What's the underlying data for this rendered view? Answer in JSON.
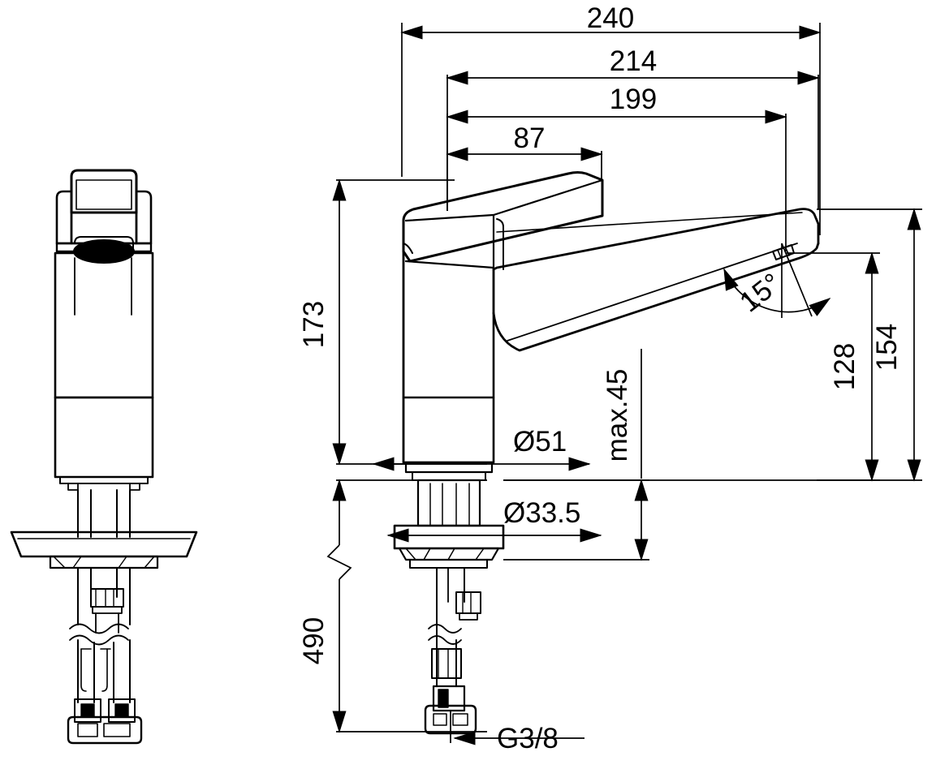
{
  "drawing": {
    "title": "Single-lever kitchen mixer tap dimensional drawing",
    "units": "mm",
    "line_color": "#000000",
    "background_color": "#ffffff",
    "views": [
      {
        "name": "front-view",
        "label": ""
      },
      {
        "name": "side-view",
        "label": ""
      }
    ]
  },
  "dimensions": {
    "total_reach": "240",
    "reach_214": "214",
    "reach_199": "199",
    "handle_87": "87",
    "height_173": "173",
    "hose_length_490": "490",
    "spout_angle": "15°",
    "spout_height_128": "128",
    "overall_height_154": "154",
    "body_diameter": "Ø51",
    "shank_diameter": "Ø33.5",
    "max_thickness": "max.45",
    "thread_size": "G3/8"
  },
  "labels": {
    "d240": "240",
    "d214": "214",
    "d199": "199",
    "d87": "87",
    "d173": "173",
    "d490": "490",
    "d15deg": "15°",
    "d128": "128",
    "d154": "154",
    "d51": "Ø51",
    "d335": "Ø33.5",
    "dmax45": "max.45",
    "dG38": "G3/8"
  }
}
